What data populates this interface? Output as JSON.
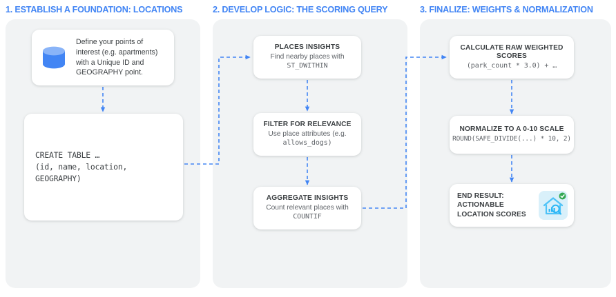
{
  "columns": [
    {
      "id": "col1",
      "title": "1. ESTABLISH A FOUNDATION: LOCATIONS"
    },
    {
      "id": "col2",
      "title": "2. DEVELOP LOGIC: THE SCORING QUERY"
    },
    {
      "id": "col3",
      "title": "3. FINALIZE: WEIGHTS & NORMALIZATION"
    }
  ],
  "colors": {
    "accent": "#4285F4",
    "panel_bg": "#f1f3f4",
    "card_bg": "#ffffff",
    "title_text": "#3c4043",
    "body_text": "#5f6368",
    "db_icon_body": "#4285f4",
    "db_icon_top": "#8ab4f8",
    "house_badge_green": "#34a853",
    "house_icon_bg": "#d9f0fa",
    "house_icon_stroke": "#4fc3f7"
  },
  "column1": {
    "define_card": {
      "icon": "database-cylinder-icon",
      "text": "Define your points of interest (e.g. apartments) with a Unique ID and GEOGRAPHY point."
    },
    "create_card": {
      "code": "CREATE TABLE …\n(id, name, location,\nGEOGRAPHY)"
    }
  },
  "column2": {
    "places_card": {
      "title": "PLACES INSIGHTS",
      "subtitle": "Find nearby places with",
      "code": "ST_DWITHIN"
    },
    "filter_card": {
      "title": "FILTER FOR RELEVANCE",
      "subtitle": "Use place attributes (e.g.",
      "code": "allows_dogs)"
    },
    "aggregate_card": {
      "title": "AGGREGATE INSIGHTS",
      "subtitle": "Count relevant places with",
      "code": "COUNTIF"
    }
  },
  "column3": {
    "calculate_card": {
      "title": "CALCULATE RAW WEIGHTED SCORES",
      "code": "(park_count * 3.0) + …"
    },
    "normalize_card": {
      "title": "NORMALIZE TO A 0-10 SCALE",
      "code": "ROUND(SAFE_DIVIDE(...) * 10, 2)"
    },
    "end_card": {
      "text": "END RESULT: ACTIONABLE LOCATION SCORES",
      "icon": "house-analytics-search-icon",
      "badge": "check-badge-icon"
    }
  }
}
